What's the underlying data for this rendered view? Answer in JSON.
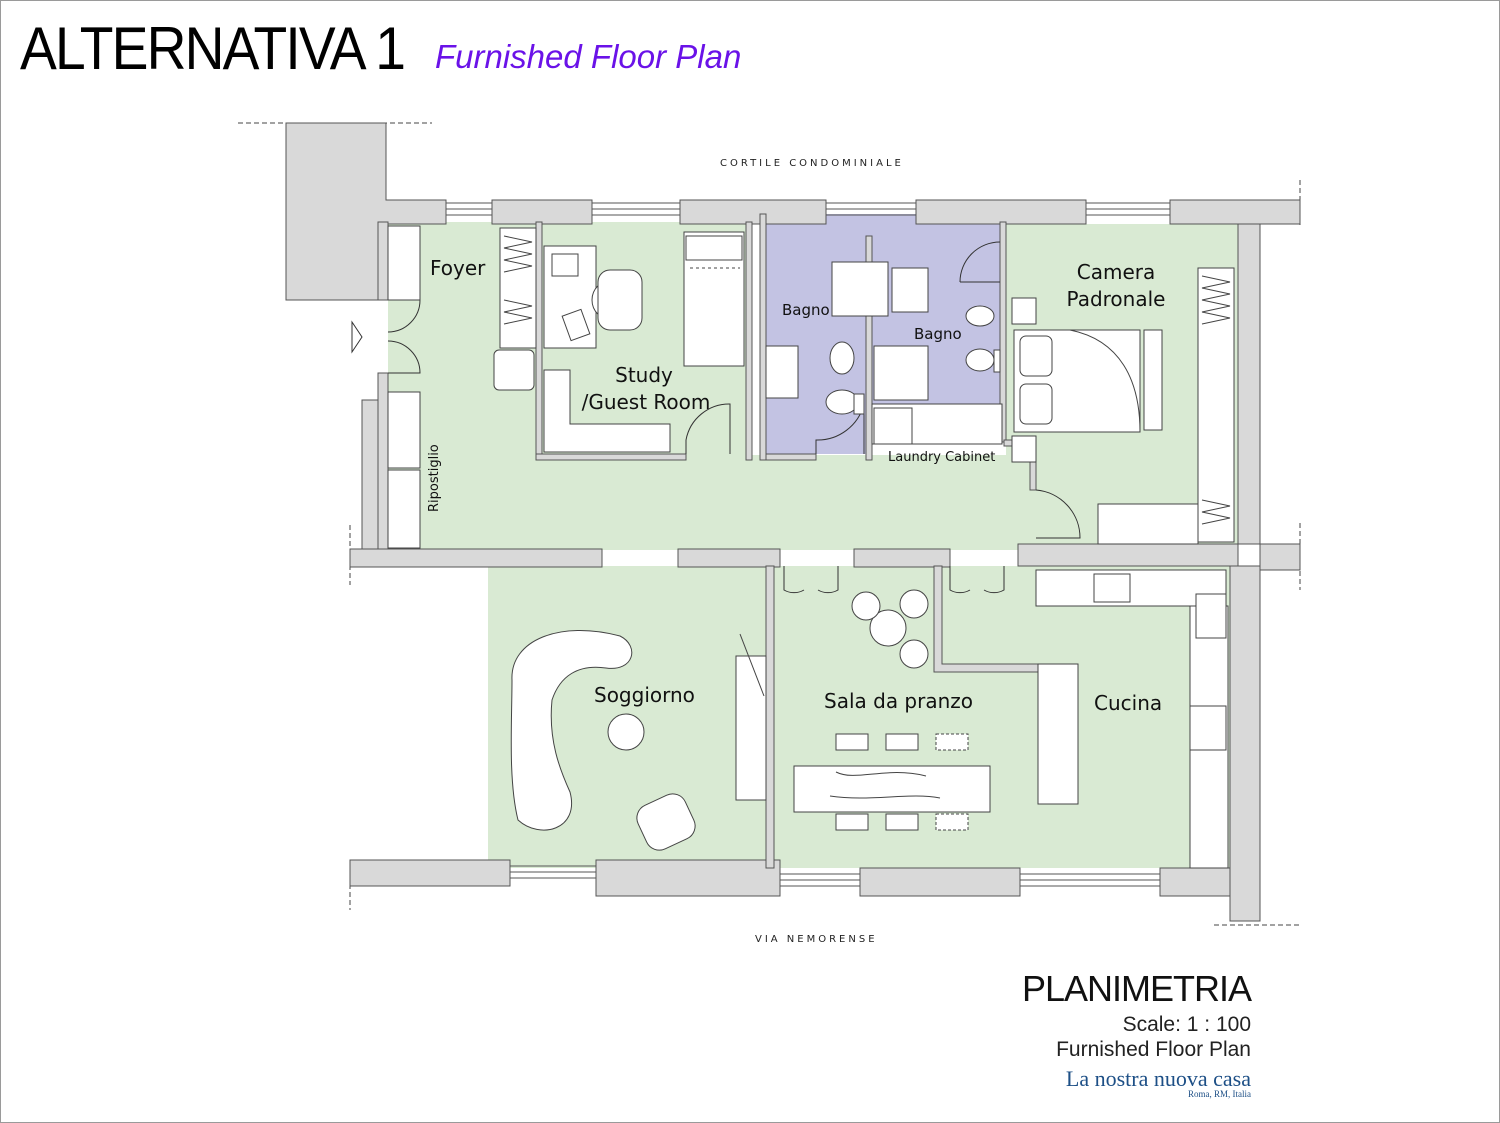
{
  "header": {
    "title": "ALTERNATIVA 1",
    "subtitle": "Furnished Floor Plan"
  },
  "streets": {
    "top": "CORTILE CONDOMINIALE",
    "bottom": "VIA NEMORENSE"
  },
  "rooms": {
    "foyer": "Foyer",
    "study_line1": "Study",
    "study_line2": "/Guest Room",
    "bagno_1": "Bagno",
    "bagno_2": "Bagno",
    "camera_line1": "Camera",
    "camera_line2": "Padronale",
    "ripostiglio": "Ripostiglio",
    "laundry": "Laundry Cabinet",
    "soggiorno": "Soggiorno",
    "sala": "Sala da pranzo",
    "cucina": "Cucina"
  },
  "legend": {
    "title": "PLANIMETRIA",
    "scale": "Scale: 1 : 100",
    "type": "Furnished Floor Plan",
    "brand": "La nostra nuova casa",
    "place": "Roma, RM, Italia"
  },
  "colors": {
    "living_area": "#d9ead3",
    "bathroom": "#c3c3e3",
    "wall": "#d9d9d9",
    "subtitle": "#6a12e8",
    "brand": "#1d4f86"
  }
}
